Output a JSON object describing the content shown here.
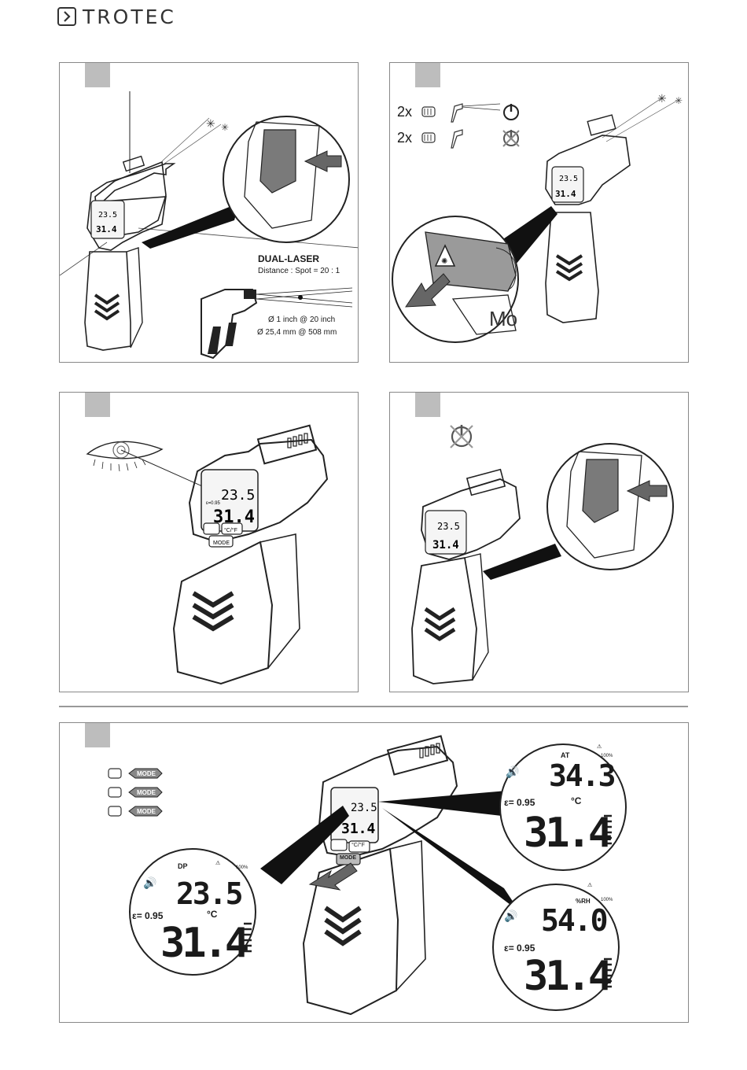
{
  "brand": {
    "name": "TROTEC"
  },
  "panel1": {
    "title": "DUAL-LASER",
    "distance": "Distance : Spot = 20 : 1",
    "spot_imperial": "Ø 1 inch @ 20 inch",
    "spot_metric": "Ø 25,4 mm @ 508 mm"
  },
  "panel2": {
    "row1": "2x",
    "row2": "2x",
    "mode_partial": "Mo"
  },
  "device": {
    "upper": "23.5",
    "lower": "31.4",
    "emissivity": "ε= 0.95",
    "unit_button": "°C/°F",
    "mode_button": "MODE"
  },
  "panel5": {
    "mode_button": "MODE",
    "zoom_dp": {
      "mode": "DP",
      "value": "23.5",
      "emissivity": "ε= 0.95",
      "unit": "°C",
      "reading": "31.4",
      "battery": "100%"
    },
    "zoom_at": {
      "mode": "AT",
      "value": "34.3",
      "emissivity": "ε= 0.95",
      "unit": "°C",
      "reading": "31.4",
      "battery": "100%"
    },
    "zoom_rh": {
      "mode": "%RH",
      "value": "54.0",
      "emissivity": "ε= 0.95",
      "reading": "31.4",
      "battery": "100%"
    }
  }
}
